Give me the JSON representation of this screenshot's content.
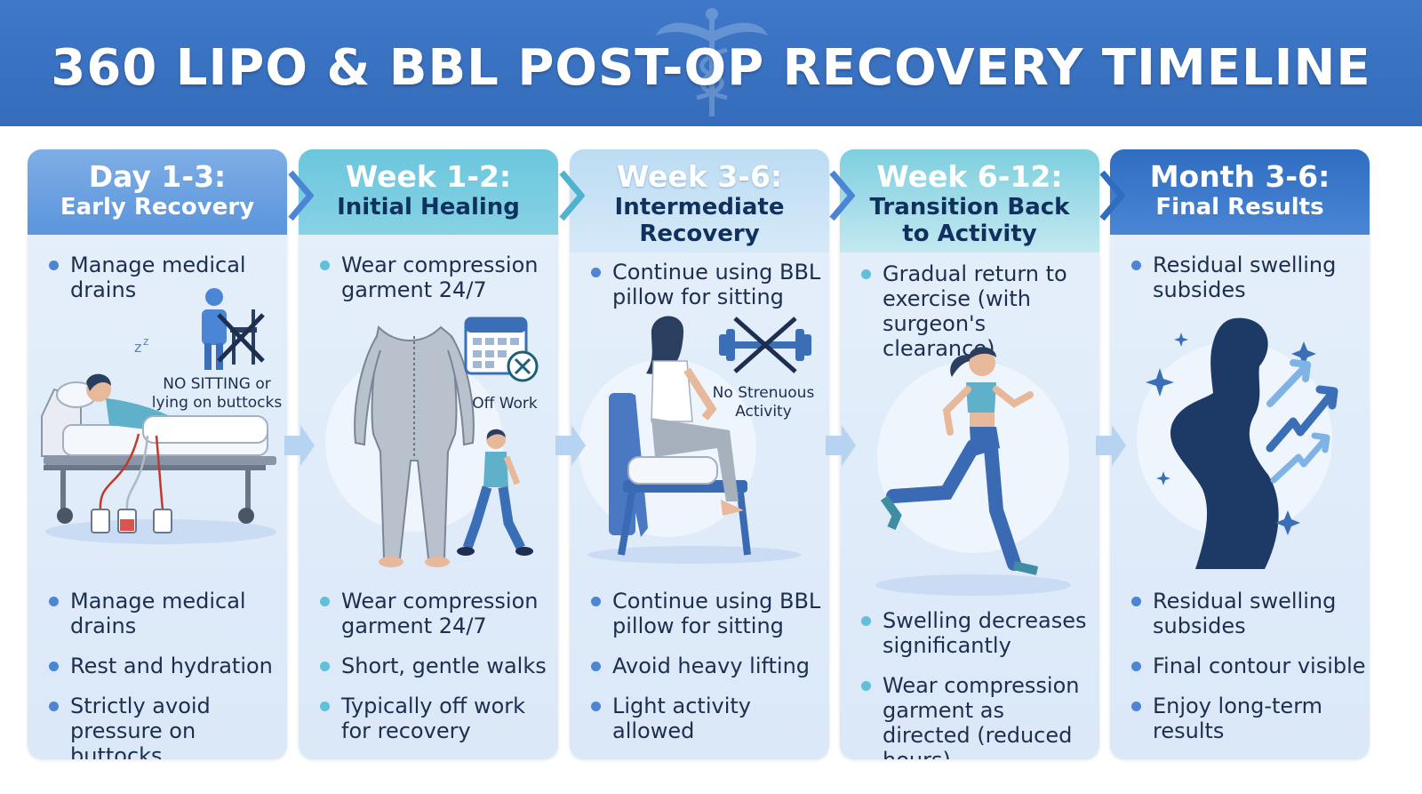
{
  "title": "360 LIPO & BBL POST-OP RECOVERY TIMELINE",
  "colors": {
    "banner": "#3f78c8",
    "panel_bg": "#e2edfa",
    "bullet": "#4b86d6",
    "text": "#1d2e4f"
  },
  "phases": [
    {
      "title": "Day 1-3:",
      "subtitle": "Early Recovery",
      "top_points": [
        "Manage medical drains"
      ],
      "illustration_note": "NO SITTING or lying on buttocks",
      "bottom_points": [
        "Manage medical drains",
        "Rest and hydration",
        "Strictly avoid pressure on buttocks"
      ]
    },
    {
      "title": "Week 1-2:",
      "subtitle": "Initial Healing",
      "top_points": [
        "Wear compression garment 24/7"
      ],
      "illustration_note": "Off Work",
      "bottom_points": [
        "Wear compression garment 24/7",
        "Short, gentle walks",
        "Typically off work for recovery"
      ]
    },
    {
      "title": "Week 3-6:",
      "subtitle": "Intermediate Recovery",
      "top_points": [
        "Continue using BBL pillow for sitting"
      ],
      "illustration_note": "No Strenuous Activity",
      "bottom_points": [
        "Continue using BBL pillow for sitting",
        "Avoid heavy lifting",
        "Light activity allowed"
      ]
    },
    {
      "title": "Week 6-12:",
      "subtitle": "Transition Back to Activity",
      "top_points": [
        "Gradual return to exercise (with surgeon's clearance)"
      ],
      "illustration_note": "",
      "bottom_points": [
        "Swelling decreases significantly",
        "Wear compression garment as directed (reduced hours)"
      ]
    },
    {
      "title": "Month 3-6:",
      "subtitle": "Final Results",
      "top_points": [
        "Residual swelling subsides"
      ],
      "illustration_note": "",
      "bottom_points": [
        "Residual swelling subsides",
        "Final contour visible",
        "Enjoy long-term results"
      ]
    }
  ],
  "icons": [
    "caduceus-icon",
    "patient-bed-icon",
    "no-sitting-icon",
    "compression-garment-icon",
    "calendar-off-icon",
    "walking-person-icon",
    "woman-on-pillow-icon",
    "no-dumbbell-icon",
    "runner-icon",
    "silhouette-icon",
    "sparkle-icon",
    "trend-arrow-icon"
  ]
}
